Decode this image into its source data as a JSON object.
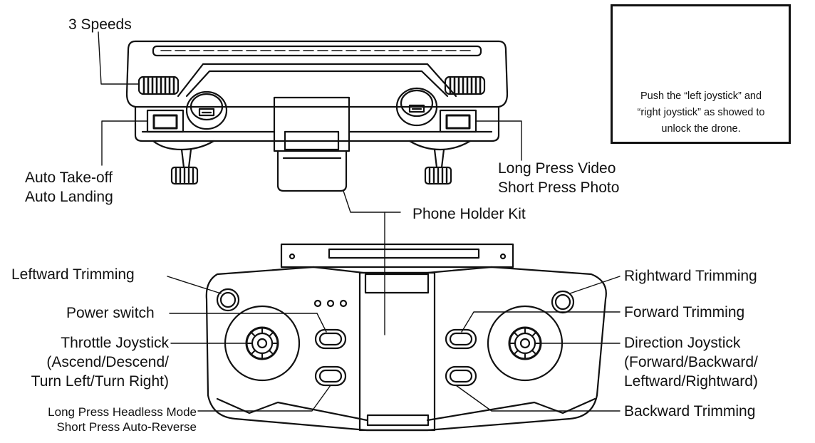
{
  "top_labels": {
    "speeds": "3 Speeds",
    "takeoff_line1": "Auto Take-off",
    "takeoff_line2": "Auto Landing",
    "video_line1": "Long Press Video",
    "video_line2": "Short Press Photo",
    "phone_holder": "Phone Holder Kit"
  },
  "left_labels": {
    "leftward_trimming": "Leftward Trimming",
    "power_switch": "Power switch",
    "throttle_line1": "Throttle Joystick",
    "throttle_line2": "(Ascend/Descend/",
    "throttle_line3": "Turn Left/Turn Right)",
    "headless_line1": "Long Press Headless Mode",
    "headless_line2": "Short Press Auto-Reverse"
  },
  "right_labels": {
    "rightward_trimming": "Rightward Trimming",
    "forward_trimming": "Forward Trimming",
    "direction_line1": "Direction Joystick",
    "direction_line2": "(Forward/Backward/",
    "direction_line3": "Leftward/Rightward)",
    "backward_trimming": "Backward Trimming"
  },
  "inset": {
    "caption_line1": "Push the “left joystick” and",
    "caption_line2": "“right joystick” as showed to",
    "caption_line3": "unlock the drone."
  },
  "colors": {
    "ink": "#111111",
    "background": "#ffffff"
  }
}
